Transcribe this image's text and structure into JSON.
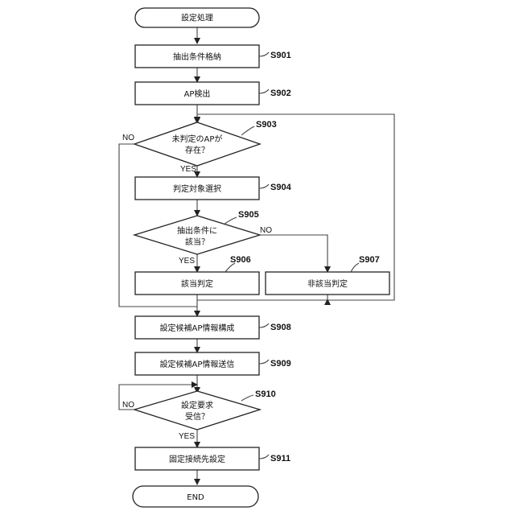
{
  "flow": {
    "start": "設定処理",
    "s901": {
      "step": "S901",
      "text": "抽出条件格納"
    },
    "s902": {
      "step": "S902",
      "text": "AP検出"
    },
    "s903": {
      "step": "S903",
      "line1": "未判定のAPが",
      "line2": "存在？"
    },
    "s904": {
      "step": "S904",
      "text": "判定対象選択"
    },
    "s905": {
      "step": "S905",
      "line1": "抽出条件に",
      "line2": "該当？"
    },
    "s906": {
      "step": "S906",
      "text": "該当判定"
    },
    "s907": {
      "step": "S907",
      "text": "非該当判定"
    },
    "s908": {
      "step": "S908",
      "text": "設定候補AP情報構成"
    },
    "s909": {
      "step": "S909",
      "text": "設定候補AP情報送信"
    },
    "s910": {
      "step": "S910",
      "line1": "設定要求",
      "line2": "受信？"
    },
    "s911": {
      "step": "S911",
      "text": "固定接続先設定"
    },
    "end": "END",
    "yes": "YES",
    "no": "NO"
  }
}
